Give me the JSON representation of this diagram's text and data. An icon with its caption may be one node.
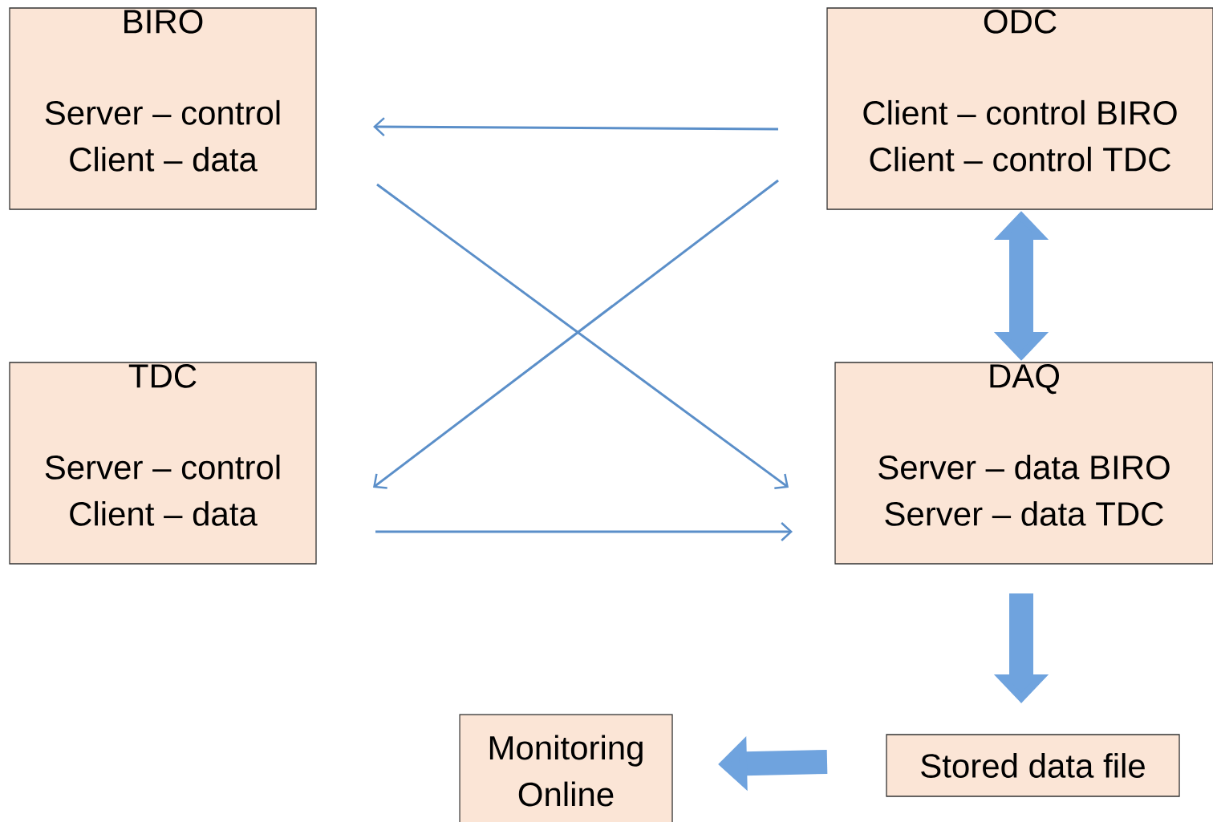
{
  "diagram": {
    "nodes": [
      {
        "text": [
          "BIRO",
          "Server – control",
          "Client – data"
        ]
      },
      {
        "text": [
          "ODC",
          "Client – control BIRO",
          "Client – control TDC"
        ]
      },
      {
        "text": [
          "TDC",
          "Server – control",
          "Client – data"
        ]
      },
      {
        "text": [
          "DAQ",
          "Server – data BIRO",
          "Server – data TDC"
        ]
      },
      {
        "text": [
          "Stored data file"
        ]
      },
      {
        "text": [
          "Monitoring Online"
        ]
      }
    ],
    "edges": [
      {
        "from": 1,
        "to": 0,
        "arrow": "to"
      },
      {
        "from": 0,
        "to": 3,
        "arrow": "to"
      },
      {
        "from": 1,
        "to": 2,
        "arrow": "to"
      },
      {
        "from": 2,
        "to": 3,
        "arrow": "to"
      },
      {
        "from": 1,
        "to": 3,
        "arrow": "both",
        "style": "thick"
      },
      {
        "from": 3,
        "to": 4,
        "arrow": "to",
        "style": "thick"
      },
      {
        "from": 4,
        "to": 5,
        "arrow": "to",
        "style": "thick"
      }
    ]
  }
}
